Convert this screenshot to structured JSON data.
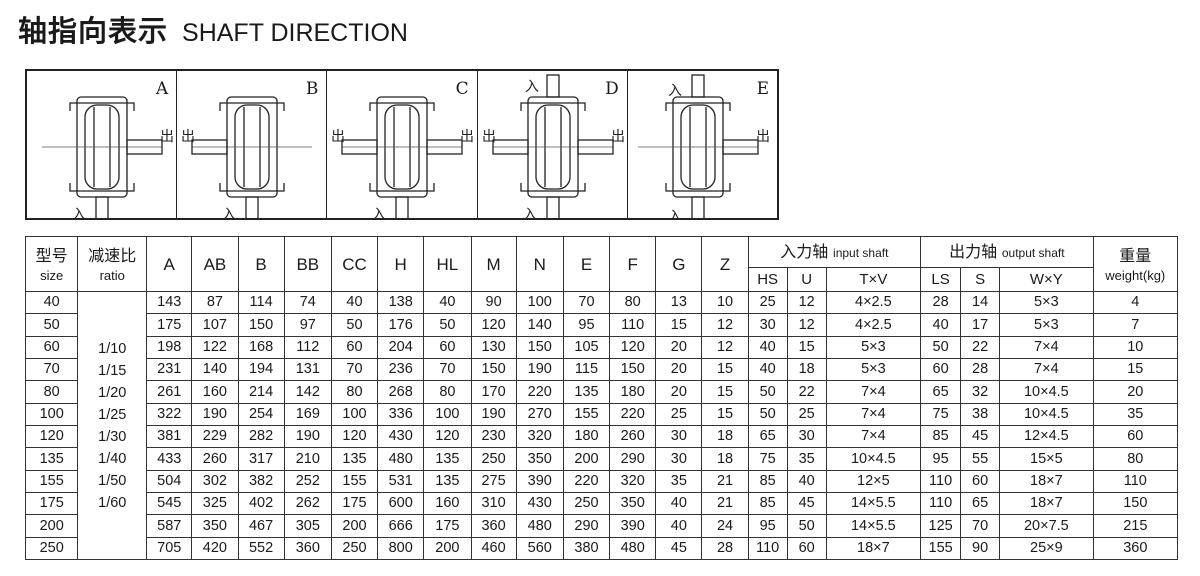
{
  "title": {
    "zh": "轴指向表示",
    "en": "SHAFT DIRECTION"
  },
  "diagrams": [
    {
      "label": "A",
      "out_label": "出",
      "in_label": "入"
    },
    {
      "label": "B",
      "out_label": "出",
      "in_label": "入"
    },
    {
      "label": "C",
      "out_label": "出",
      "in_label": "入"
    },
    {
      "label": "D",
      "out_label": "出",
      "in_label": "入"
    },
    {
      "label": "E",
      "out_label": "出",
      "in_label": "入"
    }
  ],
  "table": {
    "headers": {
      "model_zh": "型号",
      "model_en": "size",
      "ratio_zh": "减速比",
      "ratio_en": "ratio",
      "A": "A",
      "AB": "AB",
      "B": "B",
      "BB": "BB",
      "CC": "CC",
      "H": "H",
      "HL": "HL",
      "M": "M",
      "N": "N",
      "E": "E",
      "F": "F",
      "G": "G",
      "Z": "Z",
      "input_zh": "入力轴",
      "input_en": "input  shaft",
      "output_zh": "出力轴",
      "output_en": "output  shaft",
      "weight_zh": "重量",
      "weight_en": "weight(kg)",
      "HS": "HS",
      "U": "U",
      "TxV": "T×V",
      "LS": "LS",
      "S": "S",
      "WxY": "W×Y"
    },
    "ratios": [
      "1/10",
      "1/15",
      "1/20",
      "1/25",
      "1/30",
      "1/40",
      "1/50",
      "1/60"
    ],
    "rows": [
      [
        "40",
        "143",
        "87",
        "114",
        "74",
        "40",
        "138",
        "40",
        "90",
        "100",
        "70",
        "80",
        "13",
        "10",
        "25",
        "12",
        "4×2.5",
        "28",
        "14",
        "5×3",
        "4"
      ],
      [
        "50",
        "175",
        "107",
        "150",
        "97",
        "50",
        "176",
        "50",
        "120",
        "140",
        "95",
        "110",
        "15",
        "12",
        "30",
        "12",
        "4×2.5",
        "40",
        "17",
        "5×3",
        "7"
      ],
      [
        "60",
        "198",
        "122",
        "168",
        "112",
        "60",
        "204",
        "60",
        "130",
        "150",
        "105",
        "120",
        "20",
        "12",
        "40",
        "15",
        "5×3",
        "50",
        "22",
        "7×4",
        "10"
      ],
      [
        "70",
        "231",
        "140",
        "194",
        "131",
        "70",
        "236",
        "70",
        "150",
        "190",
        "115",
        "150",
        "20",
        "15",
        "40",
        "18",
        "5×3",
        "60",
        "28",
        "7×4",
        "15"
      ],
      [
        "80",
        "261",
        "160",
        "214",
        "142",
        "80",
        "268",
        "80",
        "170",
        "220",
        "135",
        "180",
        "20",
        "15",
        "50",
        "22",
        "7×4",
        "65",
        "32",
        "10×4.5",
        "20"
      ],
      [
        "100",
        "322",
        "190",
        "254",
        "169",
        "100",
        "336",
        "100",
        "190",
        "270",
        "155",
        "220",
        "25",
        "15",
        "50",
        "25",
        "7×4",
        "75",
        "38",
        "10×4.5",
        "35"
      ],
      [
        "120",
        "381",
        "229",
        "282",
        "190",
        "120",
        "430",
        "120",
        "230",
        "320",
        "180",
        "260",
        "30",
        "18",
        "65",
        "30",
        "7×4",
        "85",
        "45",
        "12×4.5",
        "60"
      ],
      [
        "135",
        "433",
        "260",
        "317",
        "210",
        "135",
        "480",
        "135",
        "250",
        "350",
        "200",
        "290",
        "30",
        "18",
        "75",
        "35",
        "10×4.5",
        "95",
        "55",
        "15×5",
        "80"
      ],
      [
        "155",
        "504",
        "302",
        "382",
        "252",
        "155",
        "531",
        "135",
        "275",
        "390",
        "220",
        "320",
        "35",
        "21",
        "85",
        "40",
        "12×5",
        "110",
        "60",
        "18×7",
        "110"
      ],
      [
        "175",
        "545",
        "325",
        "402",
        "262",
        "175",
        "600",
        "160",
        "310",
        "430",
        "250",
        "350",
        "40",
        "21",
        "85",
        "45",
        "14×5.5",
        "110",
        "65",
        "18×7",
        "150"
      ],
      [
        "200",
        "587",
        "350",
        "467",
        "305",
        "200",
        "666",
        "175",
        "360",
        "480",
        "290",
        "390",
        "40",
        "24",
        "95",
        "50",
        "14×5.5",
        "125",
        "70",
        "20×7.5",
        "215"
      ],
      [
        "250",
        "705",
        "420",
        "552",
        "360",
        "250",
        "800",
        "200",
        "460",
        "560",
        "380",
        "480",
        "45",
        "28",
        "110",
        "60",
        "18×7",
        "155",
        "90",
        "25×9",
        "360"
      ]
    ]
  }
}
